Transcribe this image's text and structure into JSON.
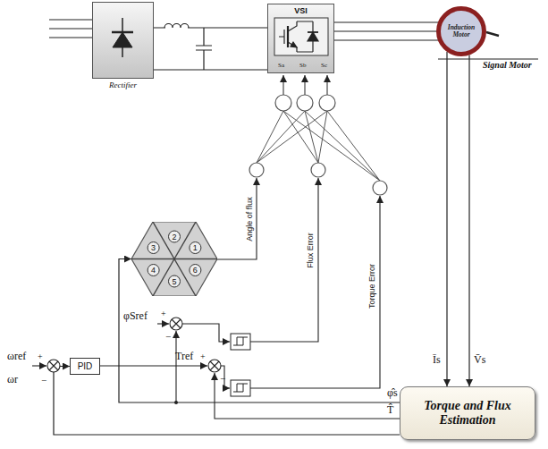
{
  "diagram": {
    "nodes": [
      {
        "text": [
          "Rectifier"
        ]
      },
      {
        "text": [
          "VSI"
        ]
      },
      {
        "text": [
          "Induction Motor"
        ]
      },
      {
        "text": [
          "2",
          "3",
          "1",
          "4",
          "6",
          "5"
        ]
      },
      {
        "text": [
          "PID"
        ]
      },
      {
        "text": [
          "Torque and Flux Estimation"
        ]
      }
    ],
    "edges": [
      {
        "from": 0,
        "to": 1,
        "arrow": "none"
      },
      {
        "from": 1,
        "to": 2,
        "arrow": "none"
      },
      {
        "from": 2,
        "to": 5,
        "label": "Īs",
        "arrow": "to"
      },
      {
        "from": 2,
        "to": 5,
        "label": "V̄s",
        "arrow": "to"
      },
      {
        "from": 5,
        "to": 4,
        "label": "ωr",
        "arrow": "to"
      },
      {
        "from": 5,
        "to": 3,
        "label": "φ̂s",
        "arrow": "to"
      }
    ],
    "labels": [
      "Sa",
      "Sb",
      "Sc",
      "Signal Motor",
      "Angle of flux",
      "Flux Error",
      "Torque Error",
      "ωref",
      "+",
      "−",
      "φSref",
      "+",
      "−",
      "Tref",
      "+",
      "−",
      "T̂"
    ]
  }
}
